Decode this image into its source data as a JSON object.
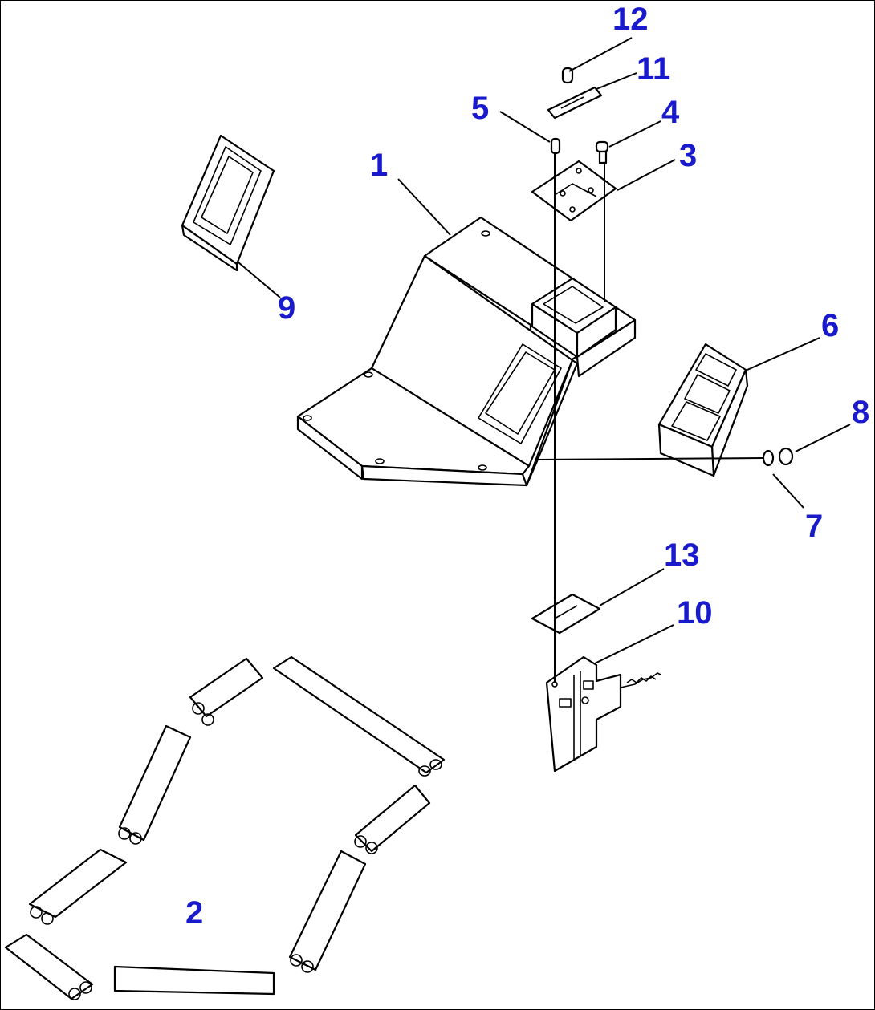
{
  "colors": {
    "callout": "#1a1acd",
    "line": "#000000",
    "background": "#ffffff"
  },
  "callouts": {
    "c1": "1",
    "c2": "2",
    "c3": "3",
    "c4": "4",
    "c5": "5",
    "c6": "6",
    "c7": "7",
    "c8": "8",
    "c9": "9",
    "c10": "10",
    "c11": "11",
    "c12": "12",
    "c13": "13"
  }
}
